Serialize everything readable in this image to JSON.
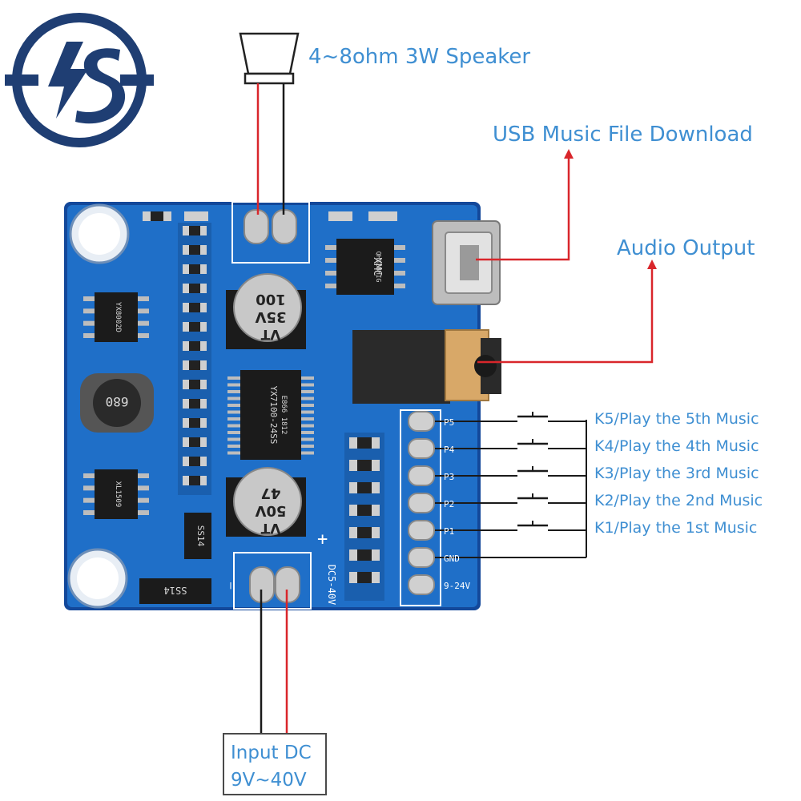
{
  "colors": {
    "pcb": "#1f6fc8",
    "pcb_dark": "#13489a",
    "label": "#3f8fd2",
    "wire_red": "#d9262b",
    "wire_black": "#1a1a1a",
    "logo": "#1f3e73"
  },
  "logo": {
    "icon": "logo-is-icon"
  },
  "labels": {
    "speaker": "4~8ohm 3W Speaker",
    "usb": "USB Music File Download",
    "audio": "Audio Output",
    "input_line1": "Input DC",
    "input_line2": "9V~40V"
  },
  "keys": [
    {
      "text": "K5/Play the 5th Music"
    },
    {
      "text": "K4/Play the 4th Music"
    },
    {
      "text": "K3/Play the 3rd Music"
    },
    {
      "text": "K2/Play the 2nd Music"
    },
    {
      "text": "K1/Play the 1st Music"
    }
  ],
  "board": {
    "main_chip": "YX7100-24SS",
    "main_chip_code": "E866   1812",
    "flash_chip": "XMC",
    "flash_code": "QH32BHIG",
    "cap_top_value": "100",
    "cap_top_voltage": "35V",
    "cap_top_brand": "VT",
    "cap_bottom_value": "47",
    "cap_bottom_voltage": "50V",
    "cap_bottom_brand": "VT",
    "inductor": "680",
    "diode1": "SS14",
    "diode2": "SS14",
    "ic_left_top": "YX8002D",
    "ic_left_bottom": "XL1509",
    "pin_labels": [
      "P5",
      "P4",
      "P3",
      "P2",
      "P1",
      "GND",
      "9-24V"
    ],
    "power_label": "DC5-40V",
    "plus_sign": "+",
    "minus_sign": "—"
  }
}
